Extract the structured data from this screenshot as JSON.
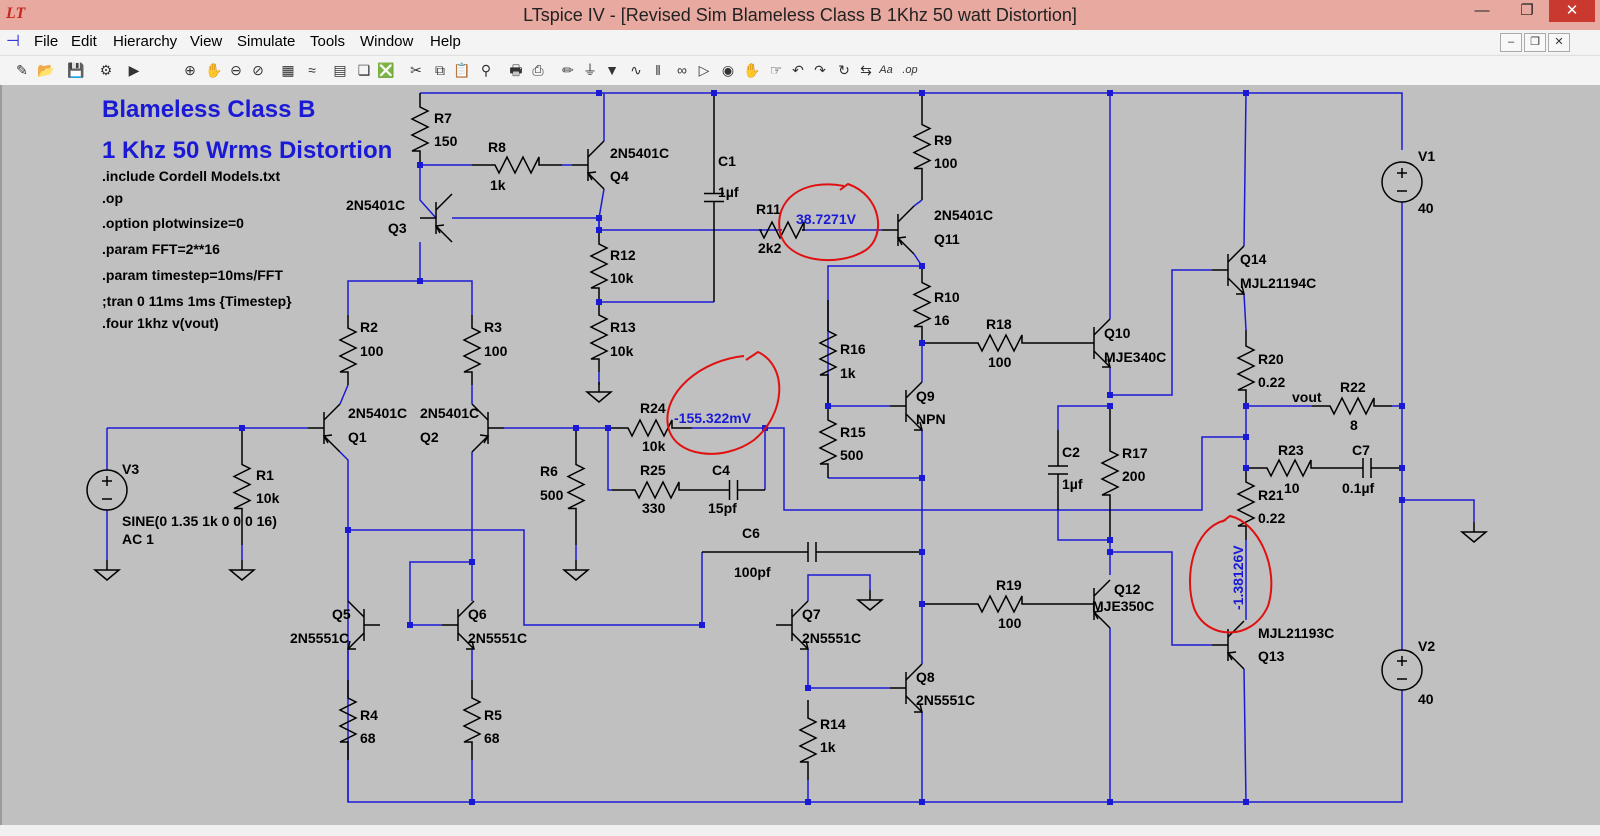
{
  "window": {
    "title": "LTspice IV - [Revised Sim Blameless Class B 1Khz 50 watt Distortion]"
  },
  "menu": {
    "items": [
      "File",
      "Edit",
      "Hierarchy",
      "View",
      "Simulate",
      "Tools",
      "Window",
      "Help"
    ]
  },
  "toolbar": {
    "icons": [
      "new-schematic-icon",
      "open-icon",
      "save-icon",
      "control-panel-icon",
      "run-icon",
      "zoom-in-icon",
      "pan-icon",
      "zoom-out-icon",
      "zoom-cancel-icon",
      "autorange-icon",
      "fft-icon",
      "tile-horizontal-icon",
      "cascade-icon",
      "close-all-icon",
      "cut-icon",
      "copy-icon",
      "paste-icon",
      "find-icon",
      "print-preview-icon",
      "print-icon",
      "wire-icon",
      "ground-icon",
      "label-net-icon",
      "resistor-icon",
      "capacitor-icon",
      "inductor-icon",
      "diode-icon",
      "component-icon",
      "move-icon",
      "drag-icon",
      "undo-icon",
      "redo-icon",
      "rotate-icon",
      "mirror-icon",
      "text-icon",
      "spice-directive-icon"
    ]
  },
  "schematic": {
    "title1": "Blameless Class B",
    "title2": "1 Khz 50 Wrms Distortion",
    "directives": [
      ".include Cordell Models.txt",
      ".op",
      ".option plotwinsize=0",
      ".param FFT=2**16",
      ".param timestep=10ms/FFT",
      ";tran 0 11ms 1ms {Timestep}",
      ".four 1khz v(vout)"
    ],
    "probes": {
      "q11_base": "38.7271V",
      "r24_node": "-155.322mV",
      "r21_node": "-1.38126V"
    },
    "components": {
      "R7": {
        "ref": "R7",
        "value": "150"
      },
      "R8": {
        "ref": "R8",
        "value": "1k"
      },
      "Q4": {
        "ref": "Q4",
        "model": "2N5401C"
      },
      "C1": {
        "ref": "C1",
        "value": "1µf"
      },
      "R9": {
        "ref": "R9",
        "value": "100"
      },
      "Q11": {
        "ref": "Q11",
        "model": "2N5401C"
      },
      "R11": {
        "ref": "R11",
        "value": "2k2"
      },
      "Q3": {
        "ref": "Q3",
        "model": "2N5401C"
      },
      "R12": {
        "ref": "R12",
        "value": "10k"
      },
      "R13": {
        "ref": "R13",
        "value": "10k"
      },
      "R10": {
        "ref": "R10",
        "value": "16"
      },
      "R18": {
        "ref": "R18",
        "value": "100"
      },
      "Q10": {
        "ref": "Q10",
        "model": "MJE340C"
      },
      "Q14": {
        "ref": "Q14",
        "model": "MJL21194C"
      },
      "V1": {
        "ref": "V1",
        "value": "40"
      },
      "R2": {
        "ref": "R2",
        "value": "100"
      },
      "R3": {
        "ref": "R3",
        "value": "100"
      },
      "R16": {
        "ref": "R16",
        "value": "1k"
      },
      "Q9": {
        "ref": "Q9",
        "model": "NPN"
      },
      "R20": {
        "ref": "R20",
        "value": "0.22"
      },
      "R22": {
        "ref": "R22",
        "value": "8"
      },
      "vout": "vout",
      "V3": {
        "ref": "V3",
        "value": "SINE(0 1.35 1k 0 0 0 16)",
        "ac": "AC 1"
      },
      "R1": {
        "ref": "R1",
        "value": "10k"
      },
      "Q1": {
        "ref": "Q1",
        "model": "2N5401C"
      },
      "Q2": {
        "ref": "Q2",
        "model": "2N5401C"
      },
      "R6": {
        "ref": "R6",
        "value": "500"
      },
      "R24": {
        "ref": "R24",
        "value": "10k"
      },
      "R25": {
        "ref": "R25",
        "value": "330"
      },
      "C4": {
        "ref": "C4",
        "value": "15pf"
      },
      "R15": {
        "ref": "R15",
        "value": "500"
      },
      "C2": {
        "ref": "C2",
        "value": "1µf"
      },
      "R17": {
        "ref": "R17",
        "value": "200"
      },
      "R23": {
        "ref": "R23",
        "value": "10"
      },
      "C7": {
        "ref": "C7",
        "value": "0.1µf"
      },
      "R21": {
        "ref": "R21",
        "value": "0.22"
      },
      "C6": {
        "ref": "C6",
        "value": "100pf"
      },
      "Q5": {
        "ref": "Q5",
        "model": "2N5551C"
      },
      "Q6": {
        "ref": "Q6",
        "model": "2N5551C"
      },
      "Q7": {
        "ref": "Q7",
        "model": "2N5551C"
      },
      "R19": {
        "ref": "R19",
        "value": "100"
      },
      "Q12": {
        "ref": "Q12",
        "model": "MJE350C"
      },
      "Q13": {
        "ref": "Q13",
        "model": "MJL21193C"
      },
      "V2": {
        "ref": "V2",
        "value": "40"
      },
      "Q8": {
        "ref": "Q8",
        "model": "2N5551C"
      },
      "R4": {
        "ref": "R4",
        "value": "68"
      },
      "R5": {
        "ref": "R5",
        "value": "68"
      },
      "R14": {
        "ref": "R14",
        "value": "1k"
      }
    }
  },
  "colors": {
    "wire": "#1a1ad6",
    "component": "#000000",
    "annotation": "#e01010",
    "canvas": "#c0c0c0",
    "titlebar": "#e7a9a0"
  }
}
